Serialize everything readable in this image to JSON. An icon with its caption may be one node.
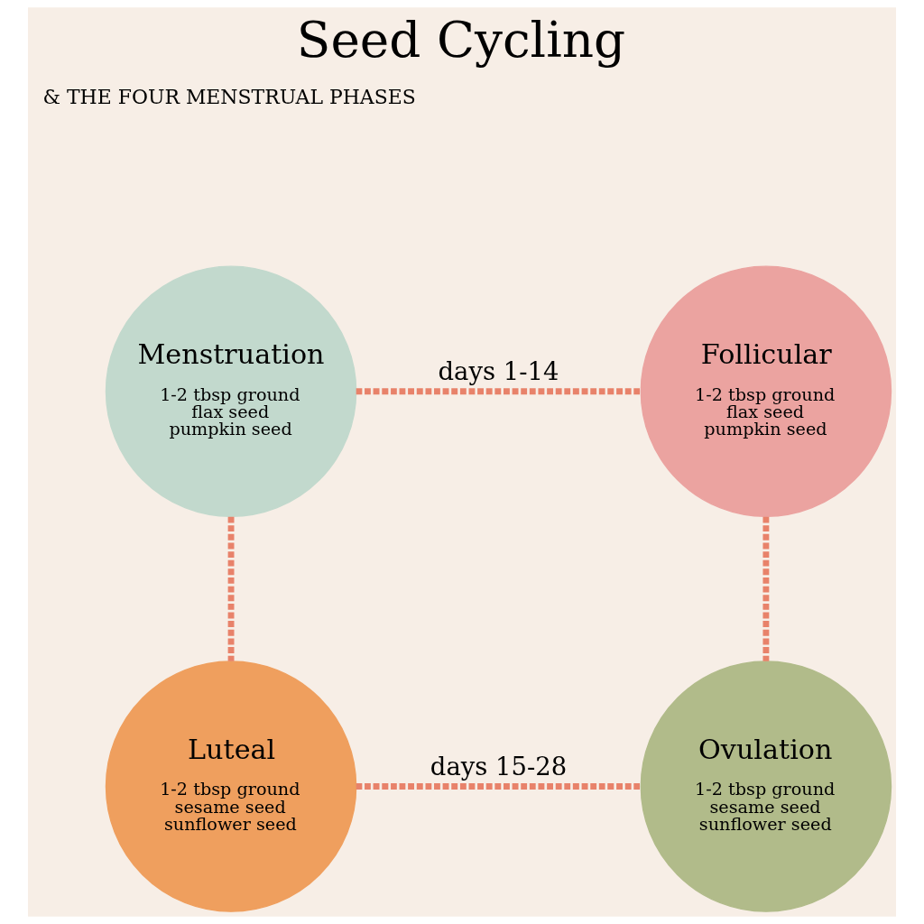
{
  "diagram": {
    "title": "Seed Cycling",
    "nodes": [
      {
        "text": [
          "Menstruation",
          "1-2 tbsp ground flax seed pumpkin seed"
        ]
      },
      {
        "text": [
          "Follicular",
          "1-2 tbsp ground flax seed pumpkin seed"
        ]
      },
      {
        "text": [
          "Luteal",
          "1-2 tbsp ground sesame seed sunflower seed"
        ]
      },
      {
        "text": [
          "Ovulation",
          "1-2 tbsp ground sesame seed sunflower seed"
        ]
      }
    ],
    "edges": [
      {
        "from": 0,
        "to": 1,
        "arrow": "none",
        "style": "dashed",
        "label": "days 1-14"
      },
      {
        "from": 1,
        "to": 3,
        "arrow": "none",
        "style": "dashed"
      },
      {
        "from": 2,
        "to": 3,
        "arrow": "none",
        "style": "dashed",
        "label": "days 15-28"
      },
      {
        "from": 0,
        "to": 2,
        "arrow": "none",
        "style": "dashed"
      }
    ],
    "labels": [
      "& THE FOUR MENSTRUAL PHASES"
    ]
  }
}
